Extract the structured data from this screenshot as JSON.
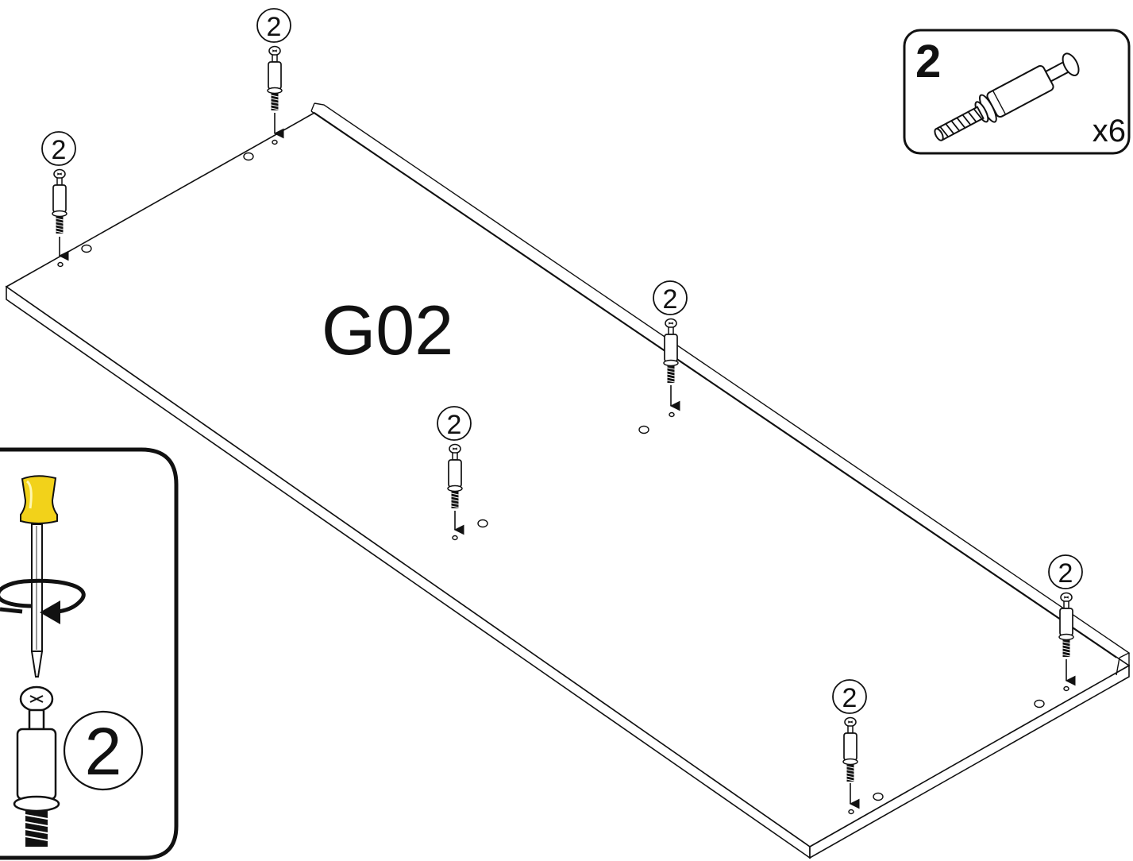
{
  "panel": {
    "label": "G02"
  },
  "part_callout": {
    "part_number": "2",
    "quantity": "x6"
  },
  "step_markers": [
    {
      "label": "2"
    },
    {
      "label": "2"
    },
    {
      "label": "2"
    },
    {
      "label": "2"
    },
    {
      "label": "2"
    },
    {
      "label": "2"
    }
  ],
  "detail_inset": {
    "part_label": "2",
    "tool": "screwdriver-icon",
    "action": "rotate-clockwise-icon"
  },
  "colors": {
    "line": "#1a1a1a",
    "screwdriver_handle": "#f2d21a",
    "background": "#ffffff"
  }
}
